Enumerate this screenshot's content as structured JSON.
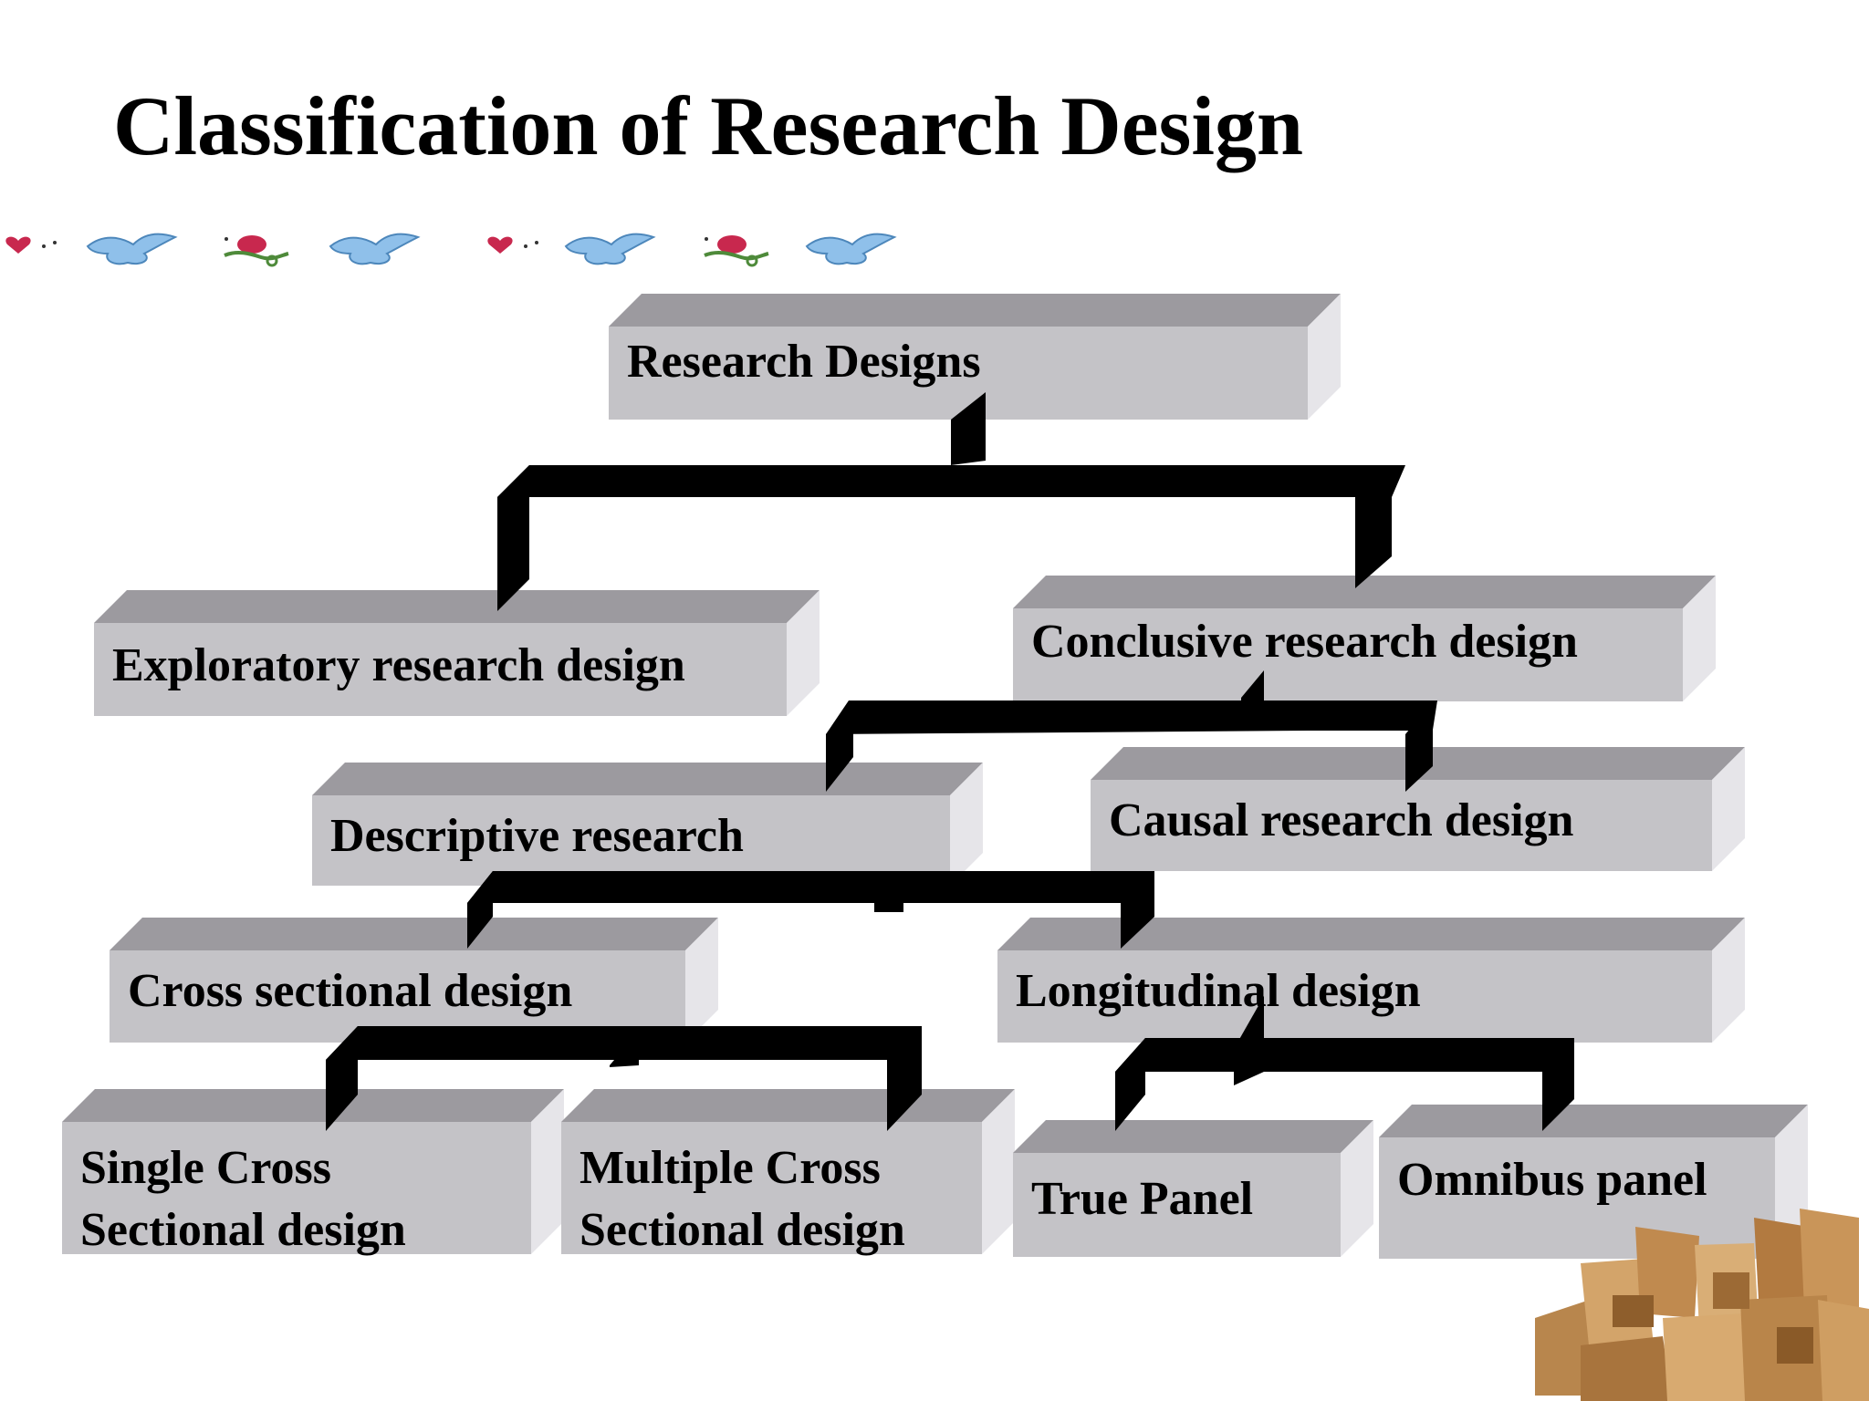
{
  "title": "Classification of Research Design",
  "nodes": {
    "root": "Research Designs",
    "exploratory": "Exploratory research design",
    "conclusive": "Conclusive research design",
    "descriptive": "Descriptive research",
    "causal": "Causal  research design",
    "cross_sectional": "Cross sectional design",
    "longitudinal": "Longitudinal design",
    "single_cross": [
      "Single Cross",
      "Sectional design"
    ],
    "multiple_cross": [
      "Multiple Cross",
      "Sectional design"
    ],
    "true_panel": "True Panel",
    "omnibus_panel": "Omnibus panel"
  },
  "colors": {
    "box_front": "#c4c3c7",
    "box_top": "#9c9a9f",
    "box_side": "#e6e5e9",
    "connector": "#000000"
  },
  "icons": [
    "heart-icon",
    "bird-icon",
    "rose-icon",
    "bird-icon",
    "heart-icon",
    "bird-icon",
    "rose-icon",
    "bird-icon",
    "wooden-blocks-icon"
  ]
}
